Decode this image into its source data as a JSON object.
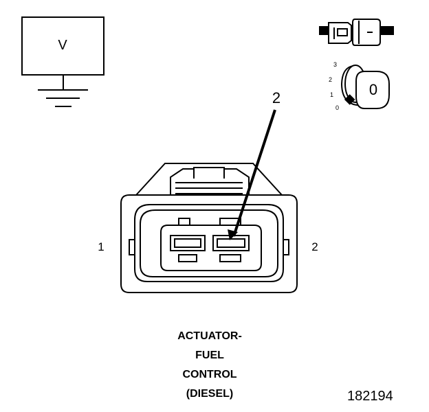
{
  "meter": {
    "symbol": "V"
  },
  "key_switch": {
    "positions": [
      "3",
      "2",
      "1",
      "0"
    ],
    "key_label": "0"
  },
  "connector": {
    "pin_left": "1",
    "pin_right": "2",
    "callout": "2"
  },
  "caption_lines": [
    "ACTUATOR-",
    "FUEL",
    "CONTROL",
    "(DIESEL)"
  ],
  "figure_number": "182194"
}
